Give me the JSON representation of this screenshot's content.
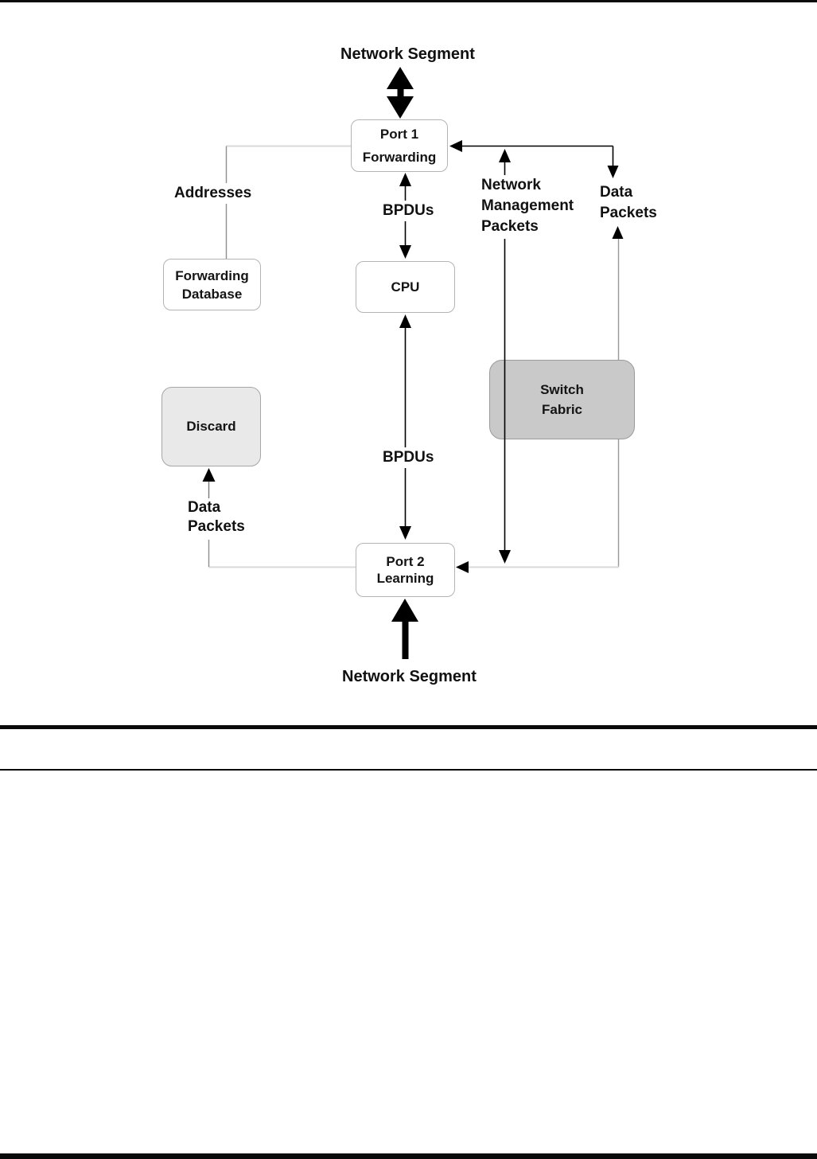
{
  "diagram": {
    "title_context": "Spanning-tree port states diagram",
    "labels": {
      "network_segment_top": "Network Segment",
      "network_segment_bottom": "Network Segment",
      "addresses": "Addresses",
      "bpdus_top": "BPDUs",
      "bpdus_bottom": "BPDUs",
      "network_management_packets": [
        "Network",
        "Management",
        "Packets"
      ],
      "data_packets_right": [
        "Data",
        "Packets"
      ],
      "data_packets_left": [
        "Data",
        "Packets"
      ]
    },
    "nodes": {
      "port1": {
        "lines": [
          "Port 1",
          "Forwarding"
        ]
      },
      "forwarding_database": {
        "lines": [
          "Forwarding",
          "Database"
        ]
      },
      "cpu": {
        "label": "CPU"
      },
      "discard": {
        "label": "Discard"
      },
      "switch_fabric": {
        "lines": [
          "Switch",
          "Fabric"
        ]
      },
      "port2": {
        "lines": [
          "Port 2",
          "Learning"
        ]
      }
    },
    "colors": {
      "node_fill_white": "#ffffff",
      "node_fill_light_gray": "#e9e9e9",
      "node_fill_medium_gray": "#c9c9c9",
      "node_border": "#b4b4b4",
      "connector_light": "#d9d9d9",
      "connector_gray": "#8f8f8f",
      "connector_black": "#000000",
      "page_rule": "#0a0a0a"
    }
  }
}
